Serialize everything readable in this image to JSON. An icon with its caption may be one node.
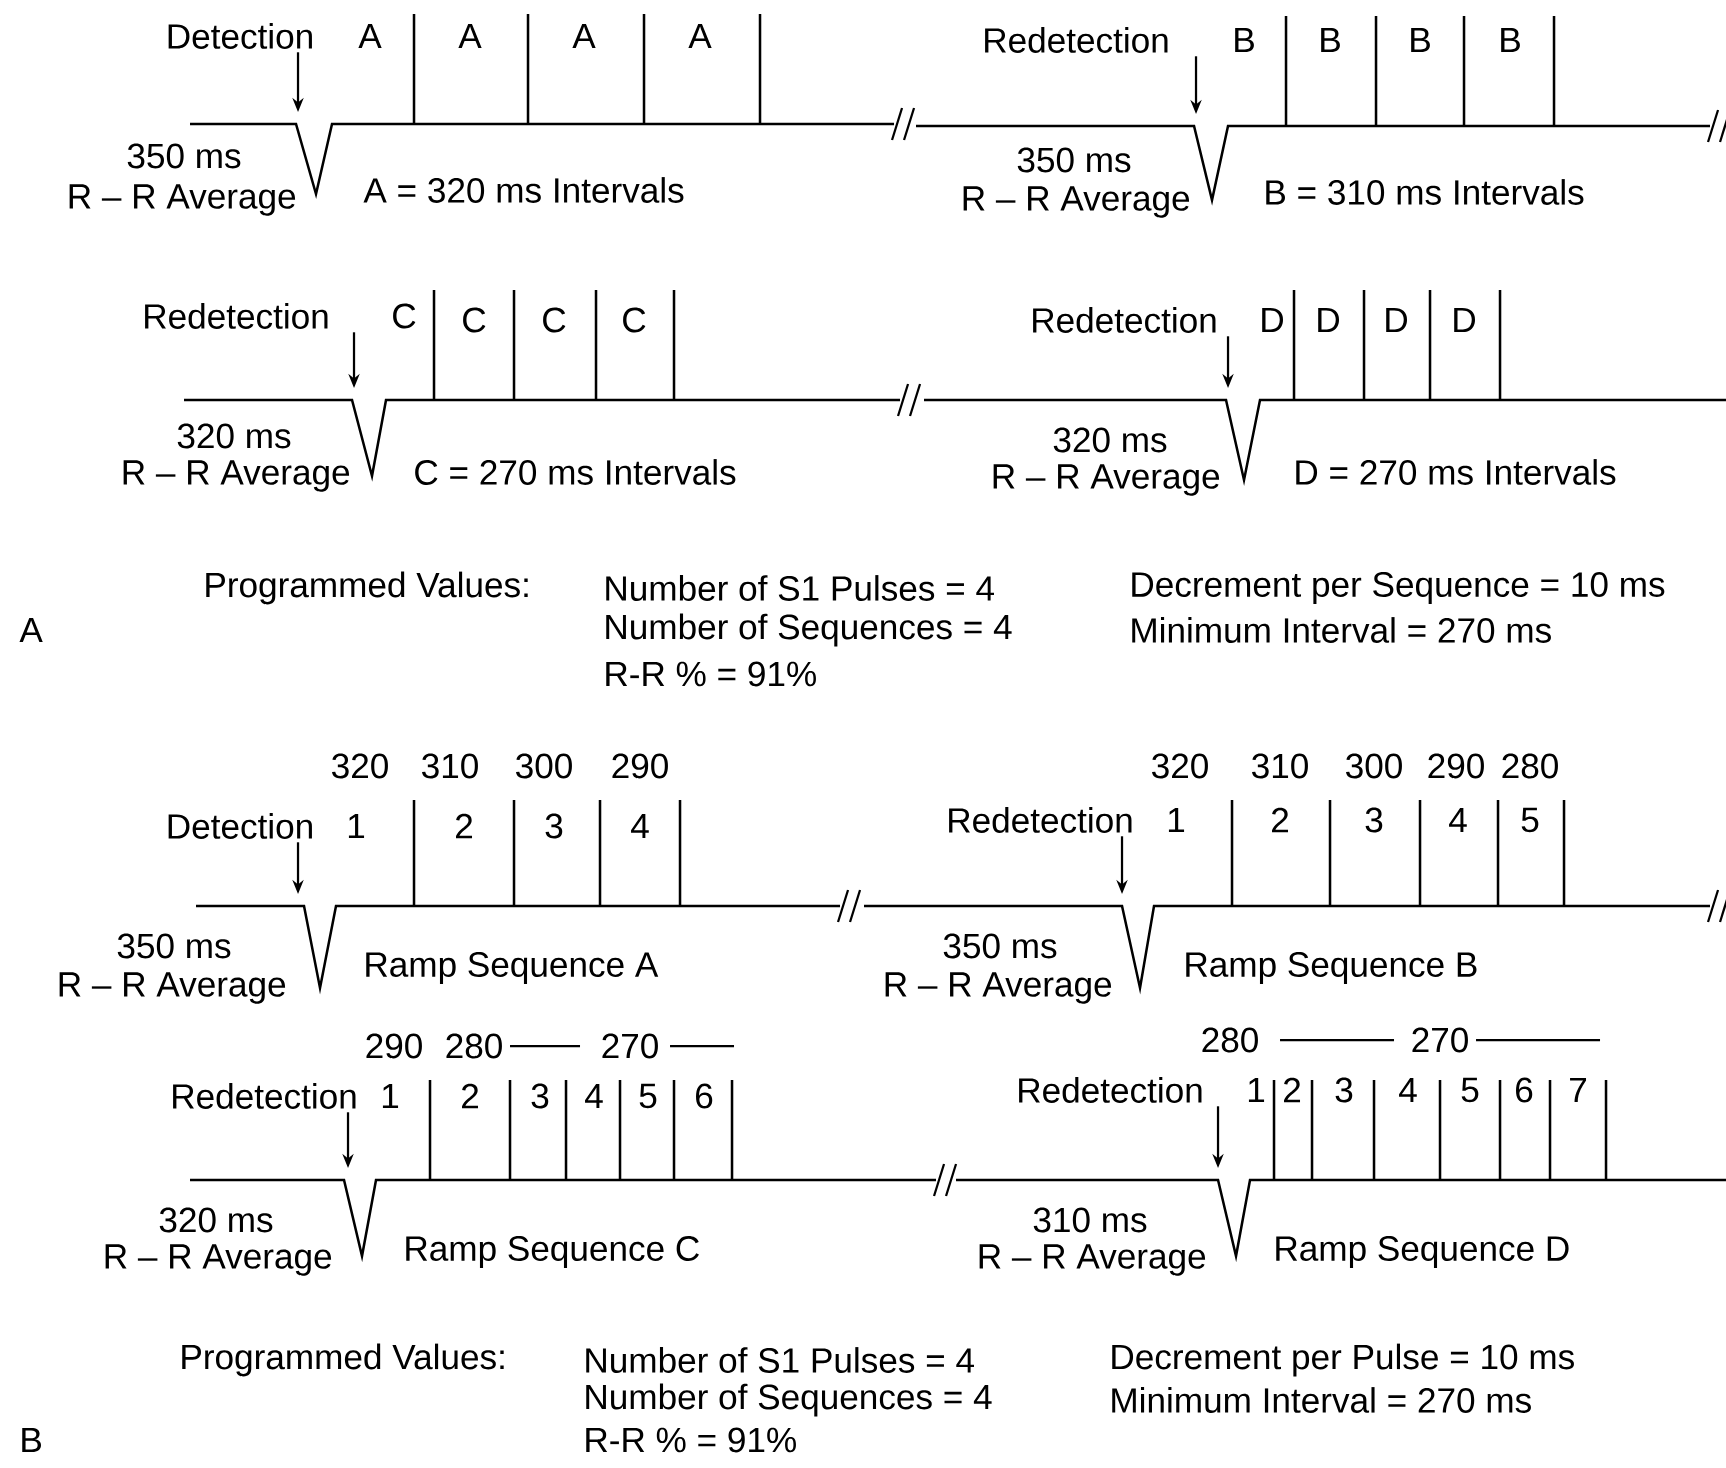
{
  "diagram": {
    "nodes": [
      {
        "text": [
          "Detection"
        ]
      },
      {
        "text": [
          "Redetection"
        ]
      },
      {
        "text": [
          "Redetection"
        ]
      },
      {
        "text": [
          "Redetection"
        ]
      },
      {
        "text": [
          "Detection"
        ]
      },
      {
        "text": [
          "Redetection"
        ]
      },
      {
        "text": [
          "Redetection"
        ]
      },
      {
        "text": [
          "Redetection"
        ]
      }
    ],
    "edges": [
      {
        "from": 0,
        "to": null,
        "arrow": "to"
      },
      {
        "from": 1,
        "to": null,
        "arrow": "to"
      },
      {
        "from": 2,
        "to": null,
        "arrow": "to"
      },
      {
        "from": 3,
        "to": null,
        "arrow": "to"
      },
      {
        "from": 4,
        "to": null,
        "arrow": "to"
      },
      {
        "from": 5,
        "to": null,
        "arrow": "to"
      },
      {
        "from": 6,
        "to": null,
        "arrow": "to"
      },
      {
        "from": 7,
        "to": null,
        "arrow": "to"
      }
    ],
    "labels": [
      "A",
      "A",
      "A",
      "A",
      "350 ms",
      "R – R Average",
      "A = 320 ms Intervals",
      "B",
      "B",
      "B",
      "B",
      "350 ms",
      "R – R Average",
      "B = 310 ms Intervals",
      "C",
      "C",
      "C",
      "C",
      "320 ms",
      "R – R Average",
      "C = 270 ms Intervals",
      "D",
      "D",
      "D",
      "D",
      "320 ms",
      "R – R Average",
      "D = 270 ms Intervals",
      "Programmed Values:",
      "Number of S1 Pulses = 4",
      "Decrement per Sequence = 10 ms",
      "A",
      "Number of Sequences = 4",
      "Minimum Interval = 270 ms",
      "R-R % = 91%",
      "320",
      "310",
      "300",
      "290",
      "1",
      "2",
      "3",
      "4",
      "350 ms",
      "R – R Average",
      "Ramp Sequence A",
      "320",
      "310",
      "300",
      "290",
      "280",
      "1",
      "2",
      "3",
      "4",
      "5",
      "350 ms",
      "R – R Average",
      "Ramp Sequence B",
      "290",
      "280",
      "270",
      "1",
      "2",
      "3",
      "4",
      "5",
      "6",
      "320 ms",
      "R – R Average",
      "Ramp Sequence C",
      "280",
      "270",
      "1",
      "2",
      "3",
      "4",
      "5",
      "6",
      "7",
      "310 ms",
      "R – R Average",
      "Ramp Sequence D",
      "Programmed Values:",
      "Number of S1 Pulses = 4",
      "Decrement per Pulse = 10 ms",
      "Number of Sequences = 4",
      "Minimum Interval = 270 ms",
      "B",
      "R-R % = 91%"
    ]
  }
}
